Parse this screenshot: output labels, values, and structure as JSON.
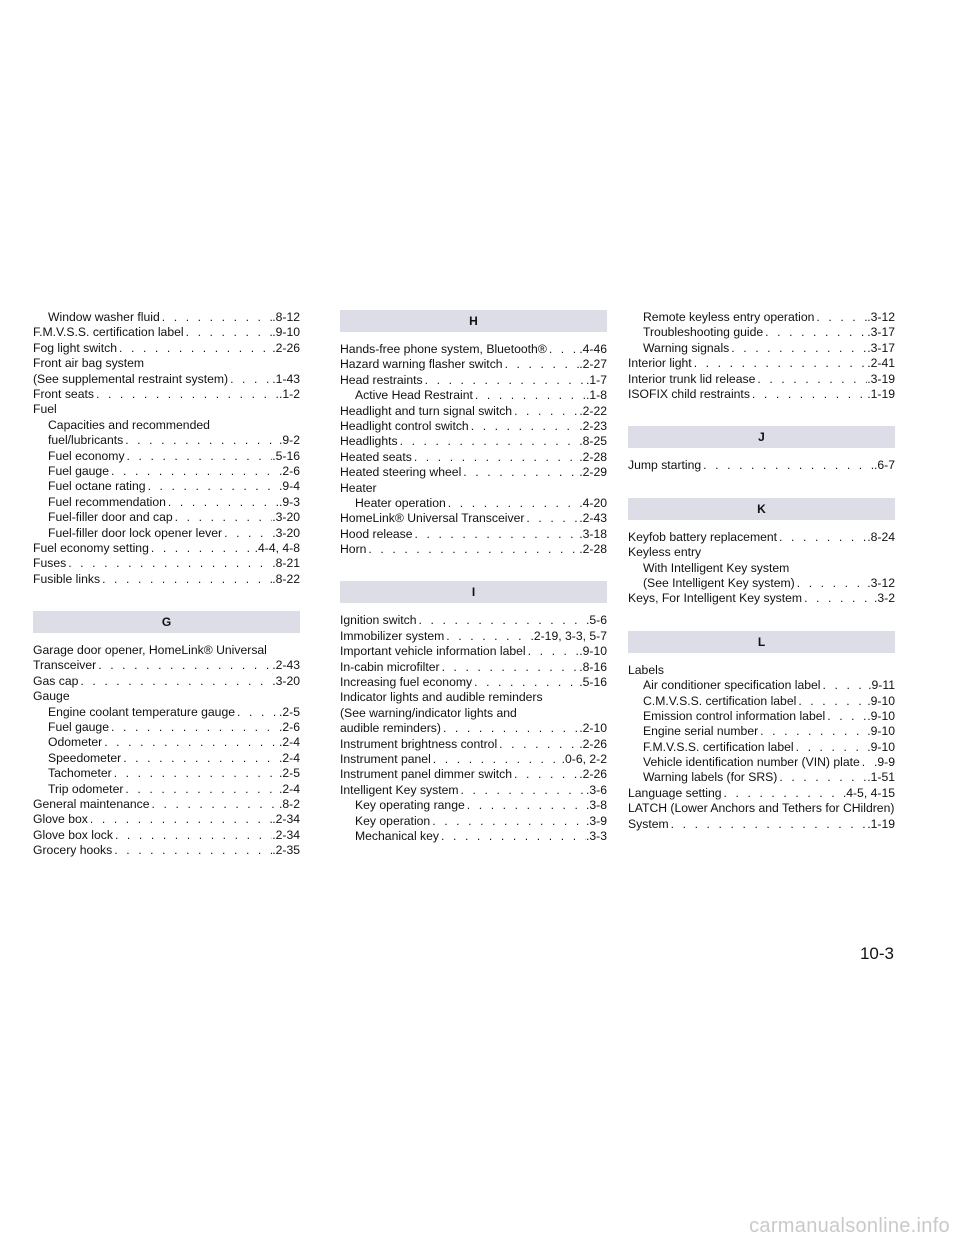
{
  "col1": [
    {
      "t": "Window washer fluid",
      "p": ".8-12",
      "indent": true
    },
    {
      "t": "F.M.V.S.S. certification label",
      "p": ".9-10"
    },
    {
      "t": "Fog light switch",
      "p": ".2-26"
    },
    {
      "t": "Front air bag system",
      "plain": true
    },
    {
      "t": "(See supplemental restraint system)",
      "p": ".1-43"
    },
    {
      "t": "Front seats",
      "p": ".1-2"
    },
    {
      "t": "Fuel",
      "plain": true
    },
    {
      "t": "Capacities and recommended",
      "plain": true,
      "indent": true
    },
    {
      "t": "fuel/lubricants",
      "p": ".9-2",
      "indent": true
    },
    {
      "t": "Fuel economy",
      "p": ".5-16",
      "indent": true
    },
    {
      "t": "Fuel gauge",
      "p": ".2-6",
      "indent": true
    },
    {
      "t": "Fuel octane rating",
      "p": ".9-4",
      "indent": true
    },
    {
      "t": "Fuel recommendation",
      "p": ".9-3",
      "indent": true
    },
    {
      "t": "Fuel-filler door and cap",
      "p": ".3-20",
      "indent": true
    },
    {
      "t": "Fuel-filler door lock opener lever",
      "p": ".3-20",
      "indent": true
    },
    {
      "t": "Fuel economy setting",
      "p": ".4-4, 4-8"
    },
    {
      "t": "Fuses",
      "p": ".8-21"
    },
    {
      "t": "Fusible links",
      "p": ".8-22"
    },
    {
      "spacer": 24
    },
    {
      "header": "G"
    },
    {
      "spacer": 10
    },
    {
      "t": "Garage door opener, HomeLink® Universal",
      "plain": true
    },
    {
      "t": "Transceiver",
      "p": ".2-43"
    },
    {
      "t": "Gas cap",
      "p": ".3-20"
    },
    {
      "t": "Gauge",
      "plain": true
    },
    {
      "t": "Engine coolant temperature gauge",
      "p": ".2-5",
      "indent": true
    },
    {
      "t": "Fuel gauge",
      "p": ".2-6",
      "indent": true
    },
    {
      "t": "Odometer",
      "p": ".2-4",
      "indent": true
    },
    {
      "t": "Speedometer",
      "p": ".2-4",
      "indent": true
    },
    {
      "t": "Tachometer",
      "p": ".2-5",
      "indent": true
    },
    {
      "t": "Trip odometer",
      "p": ".2-4",
      "indent": true
    },
    {
      "t": "General maintenance",
      "p": ".8-2"
    },
    {
      "t": "Glove box",
      "p": ".2-34"
    },
    {
      "t": "Glove box lock",
      "p": ".2-34"
    },
    {
      "t": "Grocery hooks",
      "p": ".2-35"
    }
  ],
  "col2": [
    {
      "header": "H"
    },
    {
      "spacer": 10
    },
    {
      "t": "Hands-free phone system, Bluetooth®",
      "p": ".4-46"
    },
    {
      "t": "Hazard warning flasher switch",
      "p": ".2-27"
    },
    {
      "t": "Head restraints",
      "p": ".1-7"
    },
    {
      "t": "Active Head Restraint",
      "p": ".1-8",
      "indent": true
    },
    {
      "t": "Headlight and turn signal switch",
      "p": ".2-22"
    },
    {
      "t": "Headlight control switch",
      "p": ".2-23"
    },
    {
      "t": "Headlights",
      "p": ".8-25"
    },
    {
      "t": "Heated seats",
      "p": ".2-28"
    },
    {
      "t": "Heated steering wheel",
      "p": ".2-29"
    },
    {
      "t": "Heater",
      "plain": true
    },
    {
      "t": "Heater operation",
      "p": ".4-20",
      "indent": true
    },
    {
      "t": "HomeLink® Universal Transceiver",
      "p": ".2-43"
    },
    {
      "t": "Hood release",
      "p": ".3-18"
    },
    {
      "t": "Horn",
      "p": ".2-28"
    },
    {
      "spacer": 24
    },
    {
      "header": "I"
    },
    {
      "spacer": 10
    },
    {
      "t": "Ignition switch",
      "p": ".5-6"
    },
    {
      "t": "Immobilizer system",
      "p": ".2-19, 3-3, 5-7"
    },
    {
      "t": "Important vehicle information label",
      "p": ".9-10"
    },
    {
      "t": "In-cabin microfilter",
      "p": ".8-16"
    },
    {
      "t": "Increasing fuel economy",
      "p": ".5-16"
    },
    {
      "t": "Indicator lights and audible reminders",
      "plain": true
    },
    {
      "t": "(See warning/indicator lights and",
      "plain": true
    },
    {
      "t": "audible reminders)",
      "p": ".2-10"
    },
    {
      "t": "Instrument brightness control",
      "p": ".2-26"
    },
    {
      "t": "Instrument panel",
      "p": ".0-6, 2-2"
    },
    {
      "t": "Instrument panel dimmer switch",
      "p": ".2-26"
    },
    {
      "t": "Intelligent Key system",
      "p": ".3-6"
    },
    {
      "t": "Key operating range",
      "p": ".3-8",
      "indent": true
    },
    {
      "t": "Key operation",
      "p": ".3-9",
      "indent": true
    },
    {
      "t": "Mechanical key",
      "p": ".3-3",
      "indent": true
    }
  ],
  "col3": [
    {
      "t": "Remote keyless entry operation",
      "p": ".3-12",
      "indent": true
    },
    {
      "t": "Troubleshooting guide",
      "p": ".3-17",
      "indent": true
    },
    {
      "t": "Warning signals",
      "p": ".3-17",
      "indent": true
    },
    {
      "t": "Interior light",
      "p": ".2-41"
    },
    {
      "t": "Interior trunk lid release",
      "p": ".3-19"
    },
    {
      "t": "ISOFIX child restraints",
      "p": ".1-19"
    },
    {
      "spacer": 24
    },
    {
      "header": "J"
    },
    {
      "spacer": 10
    },
    {
      "t": "Jump starting",
      "p": ".6-7"
    },
    {
      "spacer": 24
    },
    {
      "header": "K"
    },
    {
      "spacer": 10
    },
    {
      "t": "Keyfob battery replacement",
      "p": ".8-24"
    },
    {
      "t": "Keyless entry",
      "plain": true
    },
    {
      "t": "With Intelligent Key system",
      "plain": true,
      "indent": true
    },
    {
      "t": "(See Intelligent Key system)",
      "p": ".3-12",
      "indent": true
    },
    {
      "t": "Keys, For Intelligent Key system",
      "p": ".3-2"
    },
    {
      "spacer": 24
    },
    {
      "header": "L"
    },
    {
      "spacer": 10
    },
    {
      "t": "Labels",
      "plain": true
    },
    {
      "t": "Air conditioner specification label",
      "p": ".9-11",
      "indent": true
    },
    {
      "t": "C.M.V.S.S. certification label",
      "p": ".9-10",
      "indent": true
    },
    {
      "t": "Emission control information label",
      "p": ".9-10",
      "indent": true
    },
    {
      "t": "Engine serial number",
      "p": ".9-10",
      "indent": true
    },
    {
      "t": "F.M.V.S.S. certification label",
      "p": ".9-10",
      "indent": true
    },
    {
      "t": "Vehicle identification number (VIN) plate",
      "p": ".9-9",
      "indent": true
    },
    {
      "t": "Warning labels (for SRS)",
      "p": ".1-51",
      "indent": true
    },
    {
      "t": "Language setting",
      "p": ".4-5, 4-15"
    },
    {
      "t": "LATCH (Lower Anchors and Tethers for CHildren)",
      "plain": true
    },
    {
      "t": "System",
      "p": ".1-19"
    }
  ],
  "page_number": "10-3",
  "watermark": "carmanualsonline.info"
}
